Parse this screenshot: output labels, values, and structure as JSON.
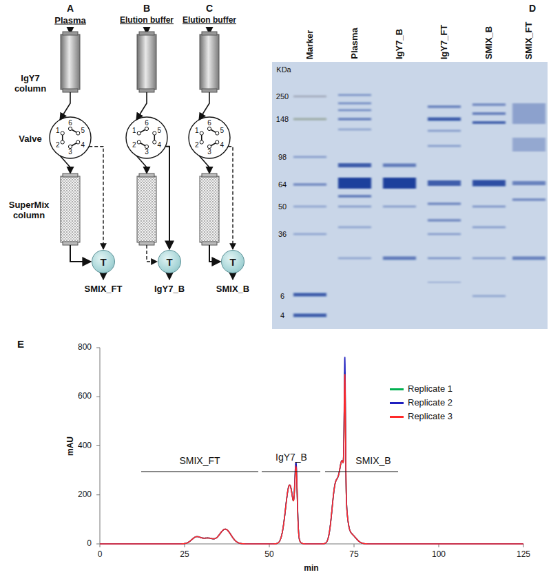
{
  "diagram": {
    "nodes": [
      {
        "text": [
          "T"
        ]
      },
      {
        "text": [
          "T"
        ]
      },
      {
        "text": [
          "T"
        ]
      }
    ],
    "labels": [
      "A",
      "Plasma",
      "B",
      "Elution buffer",
      "C",
      "Elution buffer",
      "IgY7 column",
      "Valve",
      "SuperMix column",
      "1",
      "2",
      "3",
      "4",
      "5",
      "6",
      "1",
      "2",
      "3",
      "4",
      "5",
      "6",
      "1",
      "2",
      "3",
      "4",
      "5",
      "6",
      "SMIX_FT",
      "IgY7_B",
      "SMIX_B",
      "D",
      "Marker",
      "Plasma",
      "IgY7_B",
      "IgY7_FT",
      "SMIX_B",
      "SMIX_FT",
      "KDa",
      "250",
      "148",
      "98",
      "64",
      "50",
      "36",
      "6",
      "4",
      "E",
      "800",
      "600",
      "400",
      "200",
      "0",
      "0",
      "25",
      "50",
      "75",
      "100",
      "125",
      "mAU",
      "min",
      "SMIX_FT",
      "IgY7_B",
      "SMIX_B"
    ],
    "legend": [
      {
        "text": "Replicate 1",
        "color": "#00b050"
      },
      {
        "text": "Replicate 2",
        "color": "#1f1fbf"
      },
      {
        "text": "Replicate 3",
        "color": "#ff2a2a"
      }
    ]
  }
}
